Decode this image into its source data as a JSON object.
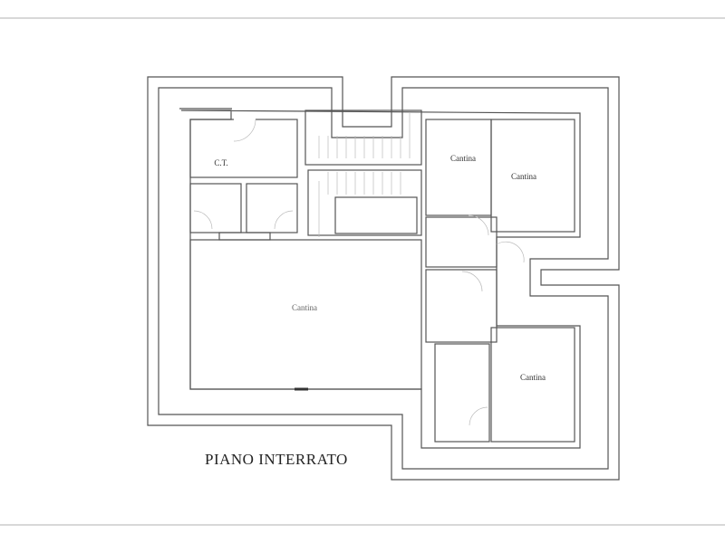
{
  "rooms": {
    "ct": "C.T.",
    "cantina_top_small": "Cantina",
    "cantina_top_right": "Cantina",
    "cantina_main": "Cantina",
    "cantina_bottom_right": "Cantina"
  },
  "title": "PIANO INTERRATO"
}
